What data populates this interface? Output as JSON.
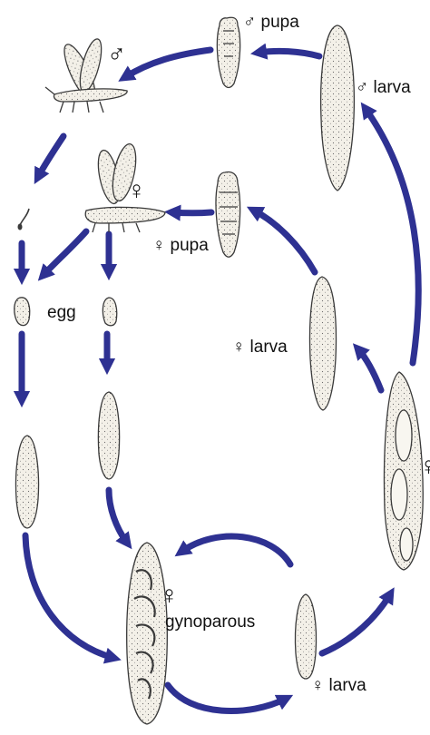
{
  "labels": {
    "male_pupa": "♂ pupa",
    "male_larva": "♂ larva",
    "male_adult_symbol": "♂",
    "female_adult_symbol": "♀",
    "female_pupa": "♀ pupa",
    "egg": "egg",
    "female_larva_mid": "♀ larva",
    "female_larva_bottom": "♀ larva",
    "gynoparous_symbol": "♀",
    "gynoparous": "gynoparous",
    "edge_symbol": "♀"
  },
  "colors": {
    "arrow": "#2e3192",
    "ink": "#3a3a3a",
    "body_fill": "#f1eee6",
    "text": "#111111"
  }
}
